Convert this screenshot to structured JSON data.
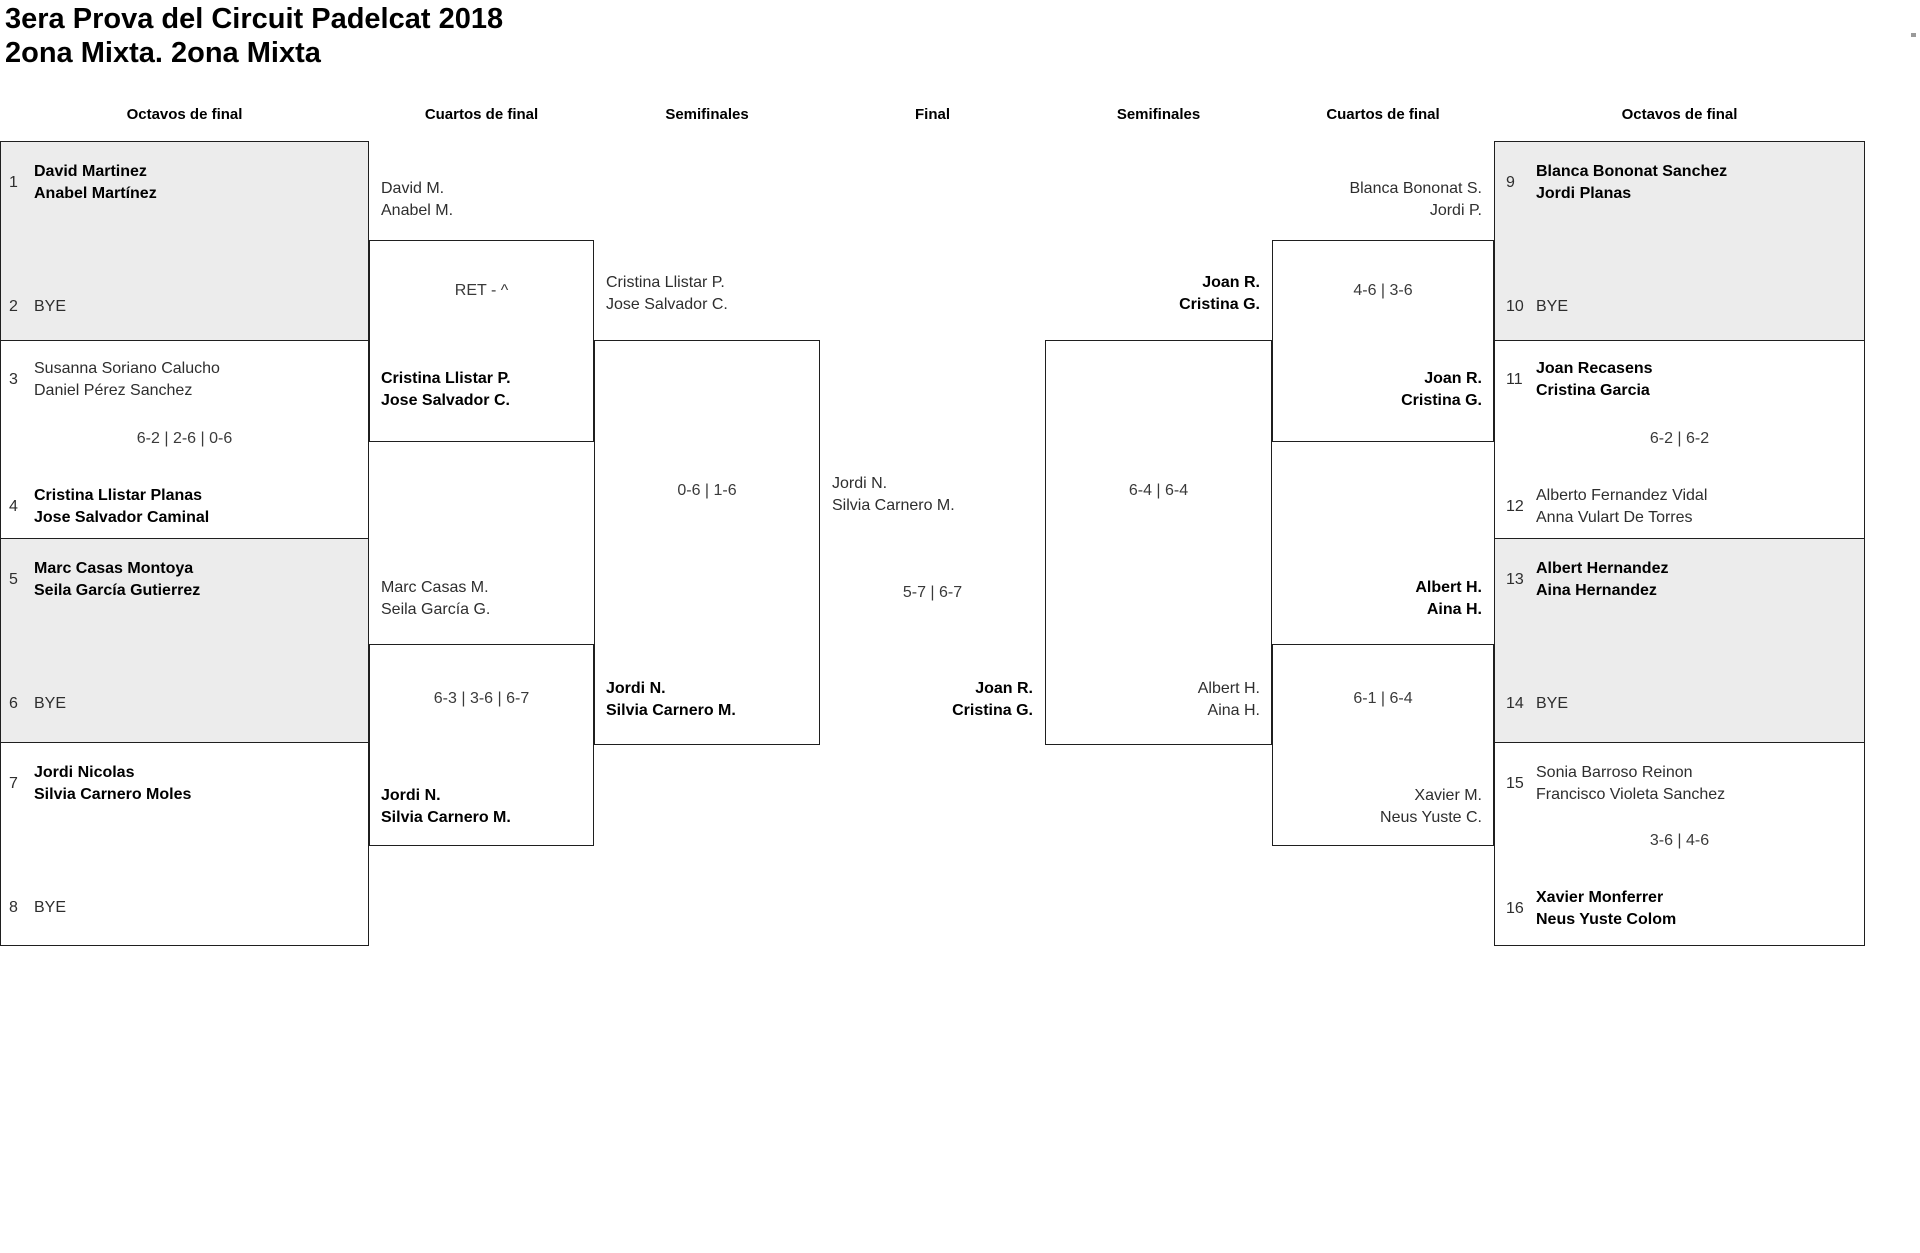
{
  "title": {
    "line1": "3era Prova del Circuit Padelcat 2018",
    "line2": "2ona Mixta. 2ona Mixta"
  },
  "rounds": [
    "Octavos de final",
    "Cuartos de final",
    "Semifinales",
    "Final",
    "Semifinales",
    "Cuartos de final",
    "Octavos de final"
  ],
  "colors": {
    "box_fill_gray": "#ececec",
    "box_fill_white": "#ffffff",
    "border": "#1f1f1f",
    "artifact": "#9a9a9a"
  },
  "octavos_left": {
    "slots": [
      {
        "seed": "1",
        "line1": "David Martinez",
        "line2": "Anabel Martínez",
        "bold": true
      },
      {
        "seed": "2",
        "line1": "BYE",
        "line2": "",
        "bold": false
      },
      {
        "seed": "3",
        "line1": "Susanna Soriano Calucho",
        "line2": "Daniel Pérez Sanchez",
        "bold": false
      },
      {
        "seed": "4",
        "line1": "Cristina Llistar Planas",
        "line2": "Jose Salvador Caminal",
        "bold": true
      },
      {
        "seed": "5",
        "line1": "Marc Casas Montoya",
        "line2": "Seila García Gutierrez",
        "bold": true
      },
      {
        "seed": "6",
        "line1": "BYE",
        "line2": "",
        "bold": false
      },
      {
        "seed": "7",
        "line1": "Jordi Nicolas",
        "line2": "Silvia Carnero Moles",
        "bold": true
      },
      {
        "seed": "8",
        "line1": "BYE",
        "line2": "",
        "bold": false
      }
    ],
    "scores": {
      "match_3_4": "6-2 | 2-6 | 0-6"
    }
  },
  "octavos_right": {
    "slots": [
      {
        "seed": "9",
        "line1": "Blanca Bononat Sanchez",
        "line2": "Jordi Planas",
        "bold": true
      },
      {
        "seed": "10",
        "line1": "BYE",
        "line2": "",
        "bold": false
      },
      {
        "seed": "11",
        "line1": "Joan Recasens",
        "line2": "Cristina Garcia",
        "bold": true
      },
      {
        "seed": "12",
        "line1": "Alberto Fernandez Vidal",
        "line2": "Anna Vulart De Torres",
        "bold": false
      },
      {
        "seed": "13",
        "line1": "Albert Hernandez",
        "line2": "Aina Hernandez",
        "bold": true
      },
      {
        "seed": "14",
        "line1": "BYE",
        "line2": "",
        "bold": false
      },
      {
        "seed": "15",
        "line1": "Sonia Barroso Reinon",
        "line2": "Francisco Violeta Sanchez",
        "bold": false
      },
      {
        "seed": "16",
        "line1": "Xavier Monferrer",
        "line2": "Neus Yuste Colom",
        "bold": true
      }
    ],
    "scores": {
      "match_11_12": "6-2 | 6-2",
      "match_15_16": "3-6 | 4-6"
    }
  },
  "quarters_left": {
    "labels": [
      {
        "line1": "David M.",
        "line2": "Anabel M.",
        "bold": false
      },
      {
        "line1": "Cristina Llistar P.",
        "line2": "Jose Salvador C.",
        "bold": true
      },
      {
        "line1": "Marc Casas M.",
        "line2": "Seila García G.",
        "bold": false
      },
      {
        "line1": "Jordi N.",
        "line2": "Silvia Carnero M.",
        "bold": true
      }
    ],
    "scores": {
      "match_1": "RET - ^",
      "match_2": "6-3 | 3-6 | 6-7"
    }
  },
  "quarters_right": {
    "labels": [
      {
        "line1": "Blanca Bononat S.",
        "line2": "Jordi P.",
        "bold": false
      },
      {
        "line1": "Joan R.",
        "line2": "Cristina G.",
        "bold": true
      },
      {
        "line1": "Albert H.",
        "line2": "Aina H.",
        "bold": true
      },
      {
        "line1": "Xavier M.",
        "line2": "Neus Yuste C.",
        "bold": false
      }
    ],
    "scores": {
      "match_1": "4-6 | 3-6",
      "match_2": "6-1 | 6-4"
    }
  },
  "semis_left": {
    "labels": [
      {
        "line1": "Cristina Llistar P.",
        "line2": "Jose Salvador C.",
        "bold": false
      },
      {
        "line1": "Jordi N.",
        "line2": "Silvia Carnero M.",
        "bold": true
      }
    ],
    "score": "0-6 | 1-6"
  },
  "semis_right": {
    "labels": [
      {
        "line1": "Joan R.",
        "line2": "Cristina G.",
        "bold": true
      },
      {
        "line1": "Albert H.",
        "line2": "Aina H.",
        "bold": false
      }
    ],
    "score": "6-4 | 6-4"
  },
  "final": {
    "labels": [
      {
        "line1": "Jordi N.",
        "line2": "Silvia Carnero M.",
        "bold": false
      },
      {
        "line1": "Joan R.",
        "line2": "Cristina G.",
        "bold": true
      }
    ],
    "score": "5-7 | 6-7"
  }
}
